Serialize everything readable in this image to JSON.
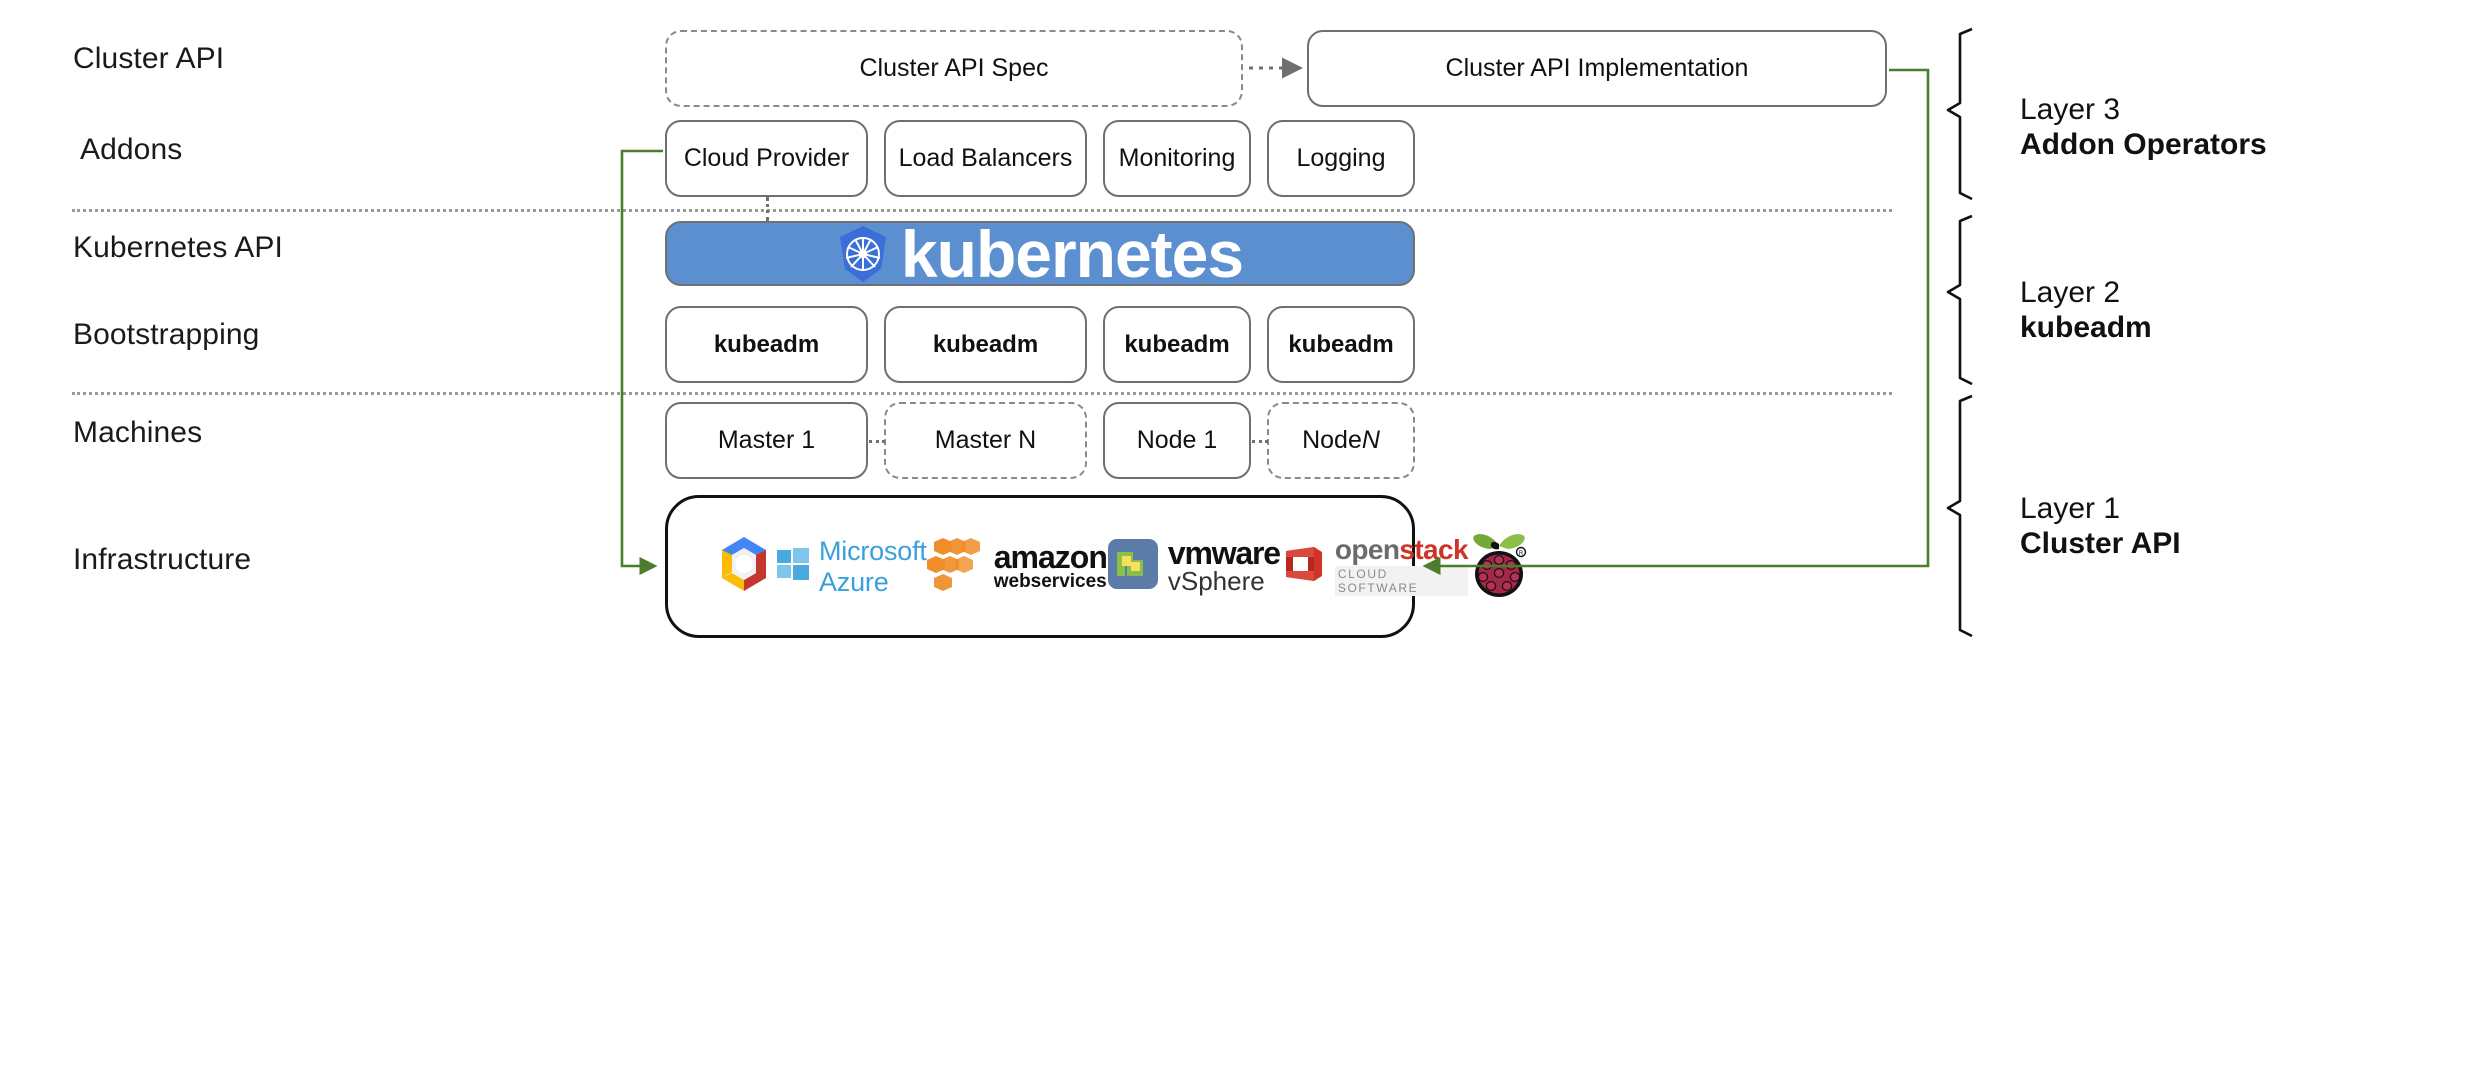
{
  "diagram": {
    "title": "Kubernetes Cluster API layered architecture",
    "accent_green": "#4b7d2e",
    "k8s_blue": "#5b8fd0",
    "k8s_logo_blue": "#3a6ed8",
    "box_border": "#6f6f6f",
    "dashed_border": "#8a8a8a"
  },
  "row_labels": [
    {
      "id": "cluster-api",
      "text": "Cluster API"
    },
    {
      "id": "addons",
      "text": "Addons"
    },
    {
      "id": "kubernetes-api",
      "text": "Kubernetes API"
    },
    {
      "id": "bootstrapping",
      "text": "Bootstrapping"
    },
    {
      "id": "machines",
      "text": "Machines"
    },
    {
      "id": "infrastructure",
      "text": "Infrastructure"
    }
  ],
  "cluster_api_row": {
    "spec": {
      "label": "Cluster API Spec",
      "style": "dashed"
    },
    "implementation": {
      "label": "Cluster API Implementation",
      "style": "solid"
    },
    "connector": "dotted-arrow-right"
  },
  "addons_row": [
    {
      "label": "Cloud Provider",
      "style": "solid"
    },
    {
      "label": "Load Balancers",
      "style": "solid"
    },
    {
      "label": "Monitoring",
      "style": "solid"
    },
    {
      "label": "Logging",
      "style": "solid"
    }
  ],
  "kubernetes_banner": {
    "wordmark": "kubernetes",
    "logo_icon": "kubernetes-helm-wheel-icon",
    "background": "#5b8fd0",
    "text_color": "#ffffff"
  },
  "bootstrapping_row": [
    {
      "label": "kubeadm",
      "style": "solid"
    },
    {
      "label": "kubeadm",
      "style": "solid"
    },
    {
      "label": "kubeadm",
      "style": "solid"
    },
    {
      "label": "kubeadm",
      "style": "solid"
    }
  ],
  "machines_row": [
    {
      "label": "Master 1",
      "style": "solid",
      "italic_suffix": ""
    },
    {
      "label": "Master N",
      "style": "dashed",
      "italic_suffix": ""
    },
    {
      "label": "Node 1",
      "style": "solid",
      "italic_suffix": ""
    },
    {
      "label": "Node ",
      "style": "dashed",
      "italic_suffix": "N"
    }
  ],
  "infrastructure_row": {
    "providers": [
      {
        "name": "Google Cloud Platform",
        "icon": "google-cloud-hexagon-icon"
      },
      {
        "name": "Microsoft Azure",
        "icon": "azure-windows-icon",
        "text": "Microsoft Azure"
      },
      {
        "name": "Amazon Web Services",
        "icon": "aws-cubes-icon",
        "text_top": "amazon",
        "text_bottom": "webservices"
      },
      {
        "name": "VMware vSphere",
        "icon": "vmware-tile-icon",
        "text_top": "vmware",
        "text_bottom": "vSphere"
      },
      {
        "name": "OpenStack",
        "icon": "openstack-cube-icon",
        "text_open": "open",
        "text_stack": "stack",
        "text_bottom": "CLOUD SOFTWARE"
      },
      {
        "name": "Raspberry Pi",
        "icon": "raspberry-pi-icon"
      }
    ]
  },
  "layer_captions": [
    {
      "id": "layer-3",
      "top": "Layer 3",
      "bottom": "Addon Operators"
    },
    {
      "id": "layer-2",
      "top": "Layer 2",
      "bottom": "kubeadm"
    },
    {
      "id": "layer-1",
      "top": "Layer 1",
      "bottom": "Cluster API"
    }
  ]
}
